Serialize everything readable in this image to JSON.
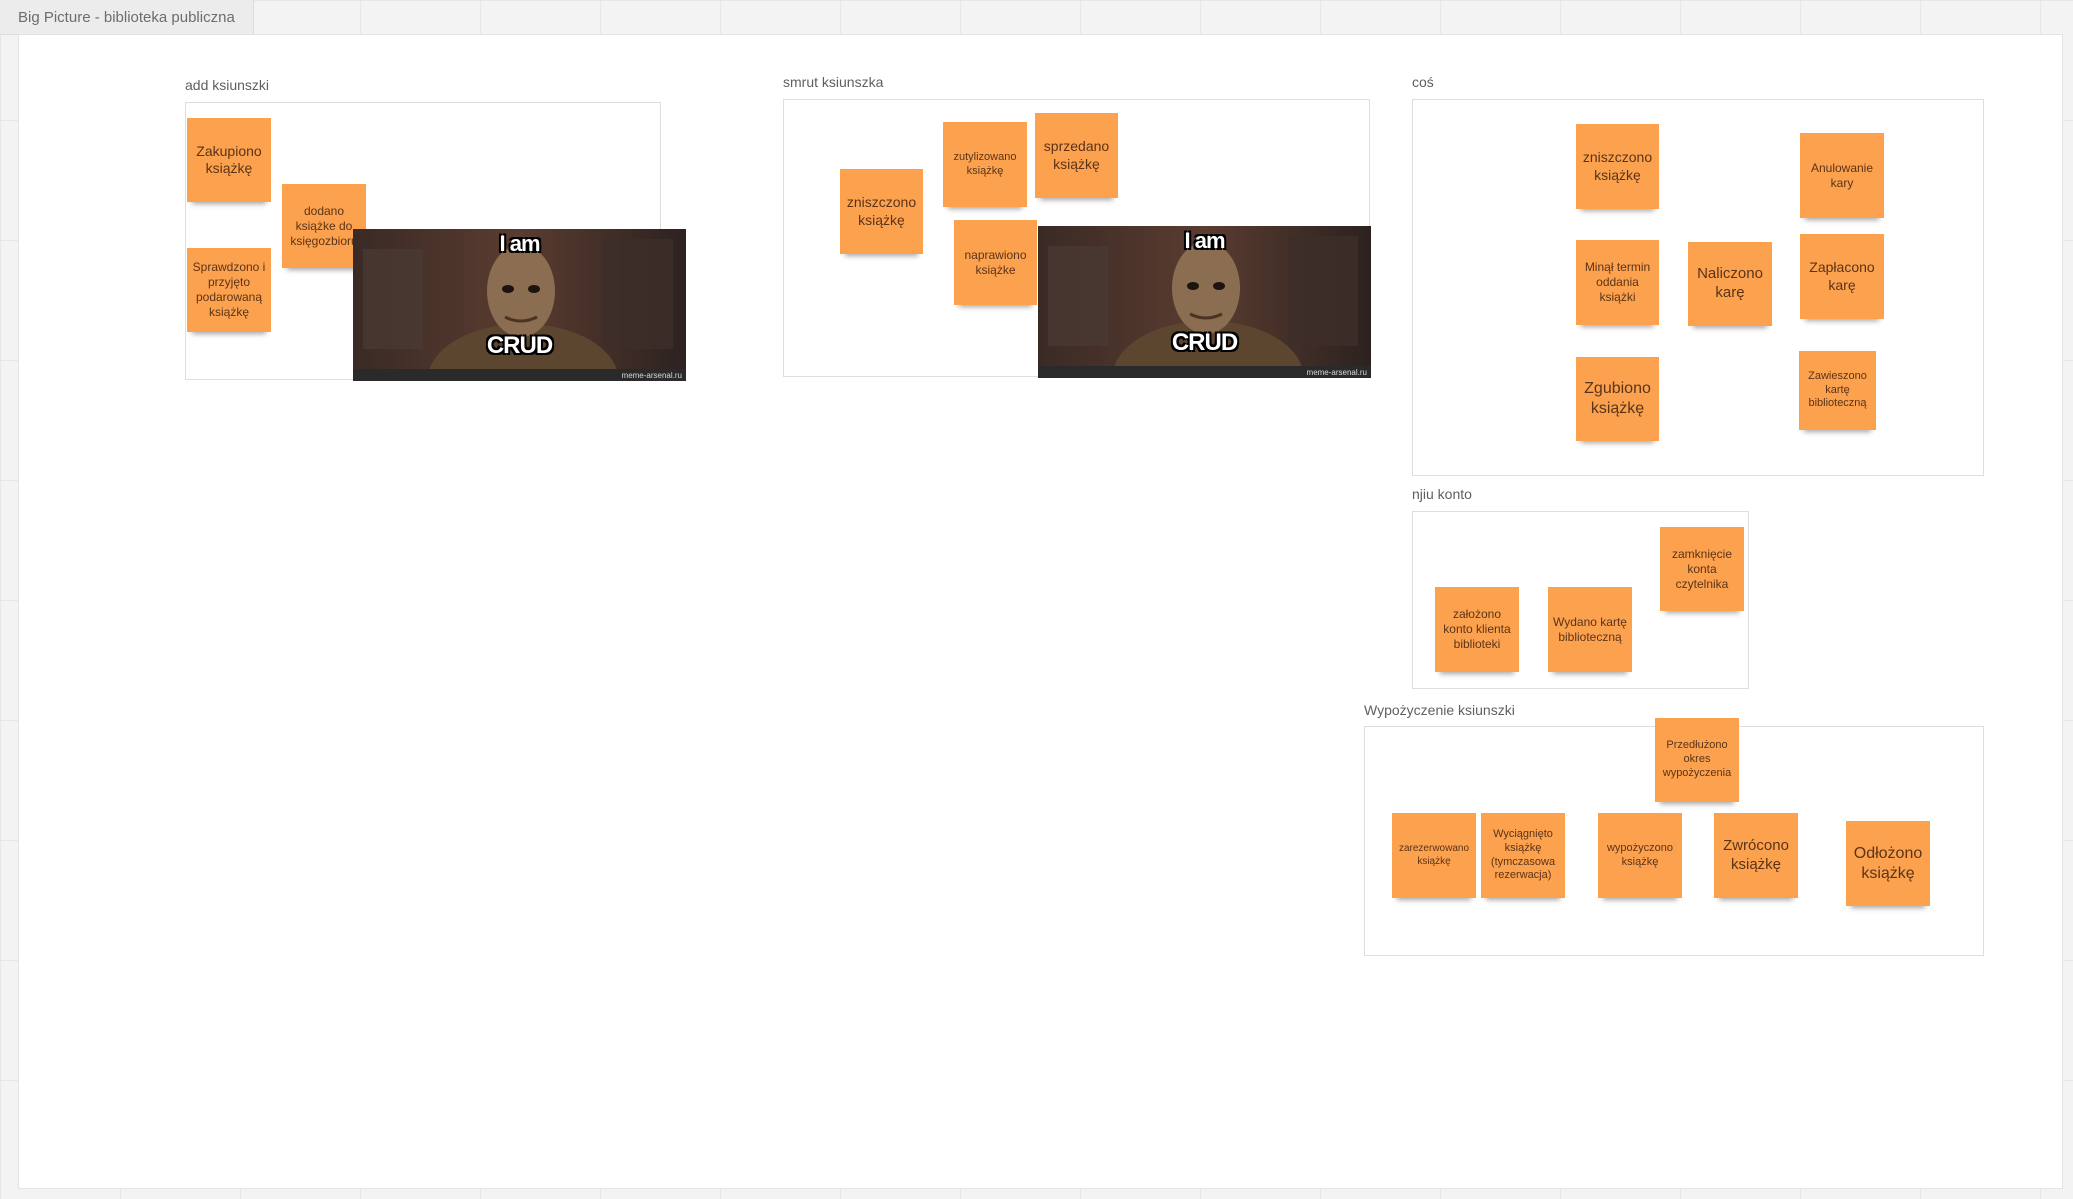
{
  "board": {
    "title": "Big Picture - biblioteka publiczna"
  },
  "colors": {
    "sticky_note": "#fca14e",
    "sticky_text": "#5b3418",
    "frame_border": "#dedede",
    "canvas_background": "#ffffff",
    "board_background": "#f3f3f3"
  },
  "frames": {
    "add": {
      "title": "add ksiunszki",
      "notes": [
        "Zakupiono książkę",
        "dodano książke do księgozbioru",
        "Sprawdzono i przyjęto podarowaną książkę"
      ],
      "meme": {
        "top_text": "I am",
        "bottom_text": "CRUD",
        "credit": "meme-arsenal.ru"
      }
    },
    "smrut": {
      "title": "smrut ksiunszka",
      "notes": [
        "zniszczono książkę",
        "zutylizowano książkę",
        "sprzedano książkę",
        "naprawiono książke"
      ],
      "meme": {
        "top_text": "I am",
        "bottom_text": "CRUD",
        "credit": "meme-arsenal.ru"
      }
    },
    "cos": {
      "title": "coś",
      "notes": [
        "zniszczono książkę",
        "Anulowanie kary",
        "Minął termin oddania książki",
        "Naliczono karę",
        "Zapłacono karę",
        "Zgubiono książkę",
        "Zawieszono kartę biblioteczną"
      ]
    },
    "konto": {
      "title": "njiu konto",
      "notes": [
        "zamknięcie konta czytelnika",
        "założono konto klienta biblioteki",
        "Wydano kartę biblioteczną"
      ]
    },
    "wypozyczenie": {
      "title": "Wypożyczenie ksiunszki",
      "notes": [
        "Przedłużono okres wypożyczenia",
        "zarezerwowano książkę",
        "Wyciągnięto książkę (tymczasowa rezerwacja)",
        "wypożyczono książkę",
        "Zwrócono książkę",
        "Odłożono książkę"
      ]
    }
  }
}
